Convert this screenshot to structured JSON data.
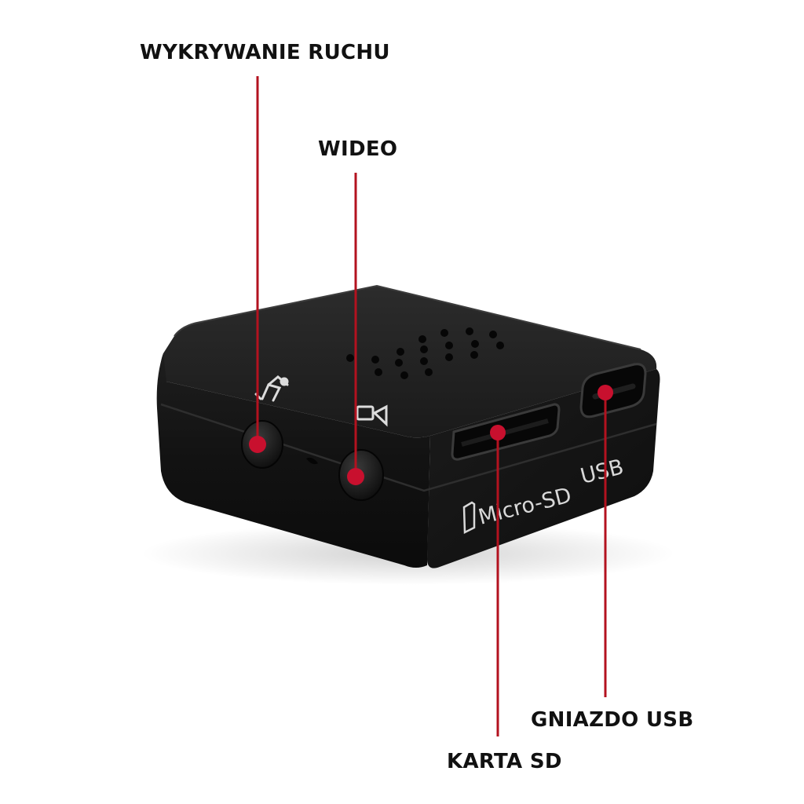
{
  "callouts": {
    "motion_detection": "WYKRYWANIE RUCHU",
    "video": "WIDEO",
    "usb_port": "GNIAZDO USB",
    "sd_card": "KARTA SD"
  },
  "device_print": {
    "microsd_label": "Micro-SD",
    "usb_label": "USB"
  },
  "colors": {
    "callout_line": "#b3121f",
    "callout_dot": "#c8102e",
    "device_body": "#151515",
    "background": "#ffffff"
  },
  "icons": {
    "motion_button": "running-person-icon",
    "video_button": "video-camera-icon",
    "sd_card": "sd-card-icon"
  }
}
